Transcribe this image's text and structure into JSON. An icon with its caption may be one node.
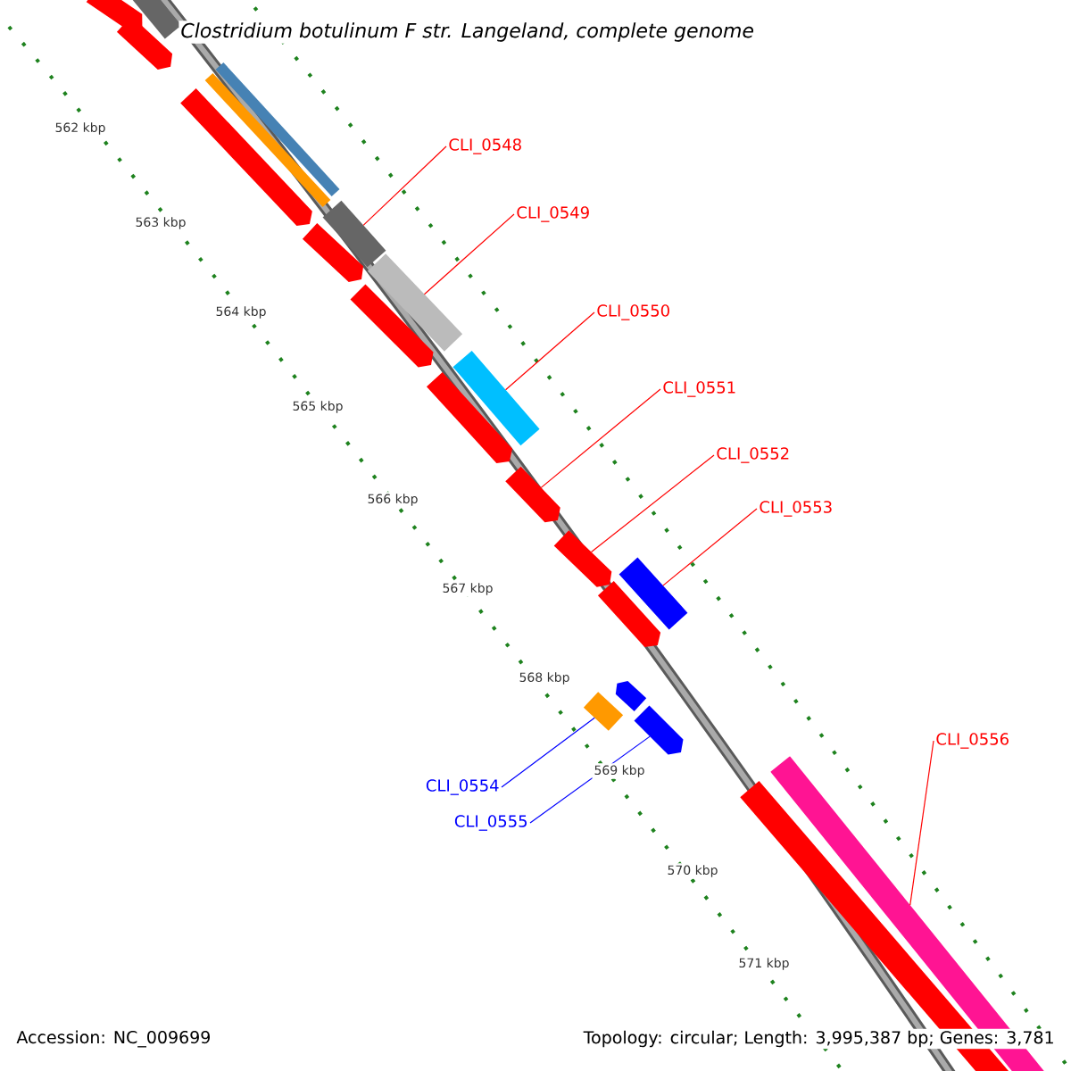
{
  "diagram": {
    "title": "Clostridium botulinum F str. Langeland, complete genome",
    "nodes": [
      {
        "text": [
          "CLI_0548"
        ]
      },
      {
        "text": [
          "CLI_0549"
        ]
      },
      {
        "text": [
          "CLI_0550"
        ]
      },
      {
        "text": [
          "CLI_0551"
        ]
      },
      {
        "text": [
          "CLI_0552"
        ]
      },
      {
        "text": [
          "CLI_0553"
        ]
      },
      {
        "text": [
          "CLI_0554"
        ]
      },
      {
        "text": [
          "CLI_0555"
        ]
      },
      {
        "text": [
          "CLI_0556"
        ]
      },
      {
        "text": [],
        "shape": "arrow"
      },
      {
        "text": [],
        "shape": "bar"
      },
      {
        "text": [],
        "shape": "arrow"
      },
      {
        "text": [],
        "shape": "bar"
      },
      {
        "text": [],
        "shape": "bar"
      },
      {
        "text": [],
        "shape": "arrow"
      },
      {
        "text": [],
        "shape": "bar"
      },
      {
        "text": [],
        "shape": "bar"
      },
      {
        "text": [],
        "shape": "arrow"
      },
      {
        "text": [],
        "shape": "arrow"
      },
      {
        "text": [],
        "shape": "bar"
      },
      {
        "text": [],
        "shape": "arrow"
      },
      {
        "text": [],
        "shape": "arrow"
      },
      {
        "text": [],
        "shape": "arrow"
      },
      {
        "text": [],
        "shape": "bar"
      },
      {
        "text": [],
        "shape": "arrow"
      },
      {
        "text": [],
        "shape": "arrow"
      },
      {
        "text": [],
        "shape": "bar"
      },
      {
        "text": [],
        "shape": "arrow"
      },
      {
        "text": [],
        "shape": "bar"
      },
      {
        "text": [],
        "shape": "bar"
      }
    ],
    "edges": [
      {
        "from": 0,
        "to": 15,
        "arrow": "none"
      },
      {
        "from": 1,
        "to": 16,
        "arrow": "none"
      },
      {
        "from": 2,
        "to": 19,
        "arrow": "none"
      },
      {
        "from": 3,
        "to": 21,
        "arrow": "none"
      },
      {
        "from": 4,
        "to": 22,
        "arrow": "none"
      },
      {
        "from": 5,
        "to": 23,
        "arrow": "none"
      },
      {
        "from": 6,
        "to": 26,
        "arrow": "none",
        "color": "#0000ff"
      },
      {
        "from": 7,
        "to": 27,
        "arrow": "none",
        "color": "#0000ff"
      },
      {
        "from": 8,
        "to": 29,
        "arrow": "none"
      }
    ],
    "labels": [
      "562 kbp",
      "563 kbp",
      "564 kbp",
      "565 kbp",
      "566 kbp",
      "567 kbp",
      "568 kbp",
      "569 kbp",
      "570 kbp",
      "571 kbp",
      "Accession: NC_009699",
      "Topology: circular; Length: 3,995,387 bp; Genes: 3,781"
    ]
  }
}
